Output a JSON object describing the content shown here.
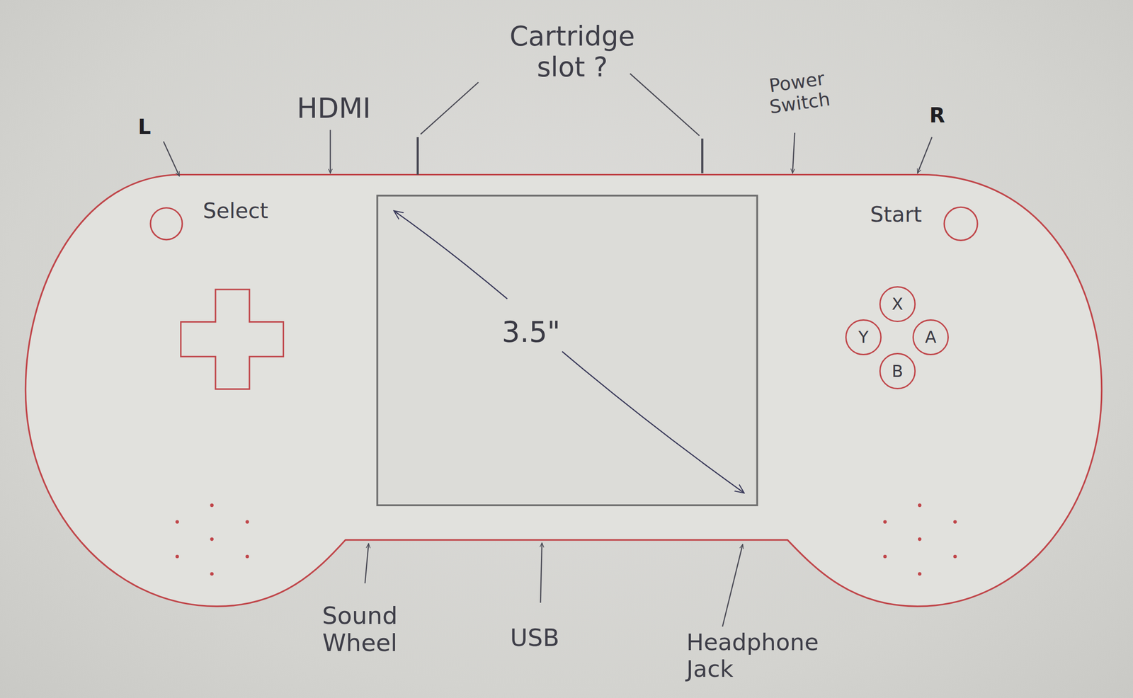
{
  "diagram": {
    "nodes": [
      {
        "text": [
          "3.5\""
        ]
      },
      {
        "text": [
          "X"
        ]
      },
      {
        "text": [
          "Y"
        ]
      },
      {
        "text": [
          "A"
        ]
      },
      {
        "text": [
          "B"
        ]
      }
    ],
    "labels": [
      "L",
      "HDMI",
      "Cartridge slot ?",
      "Power Switch",
      "R",
      "Select",
      "Start",
      "Sound Wheel",
      "USB",
      "Headphone Jack"
    ]
  }
}
